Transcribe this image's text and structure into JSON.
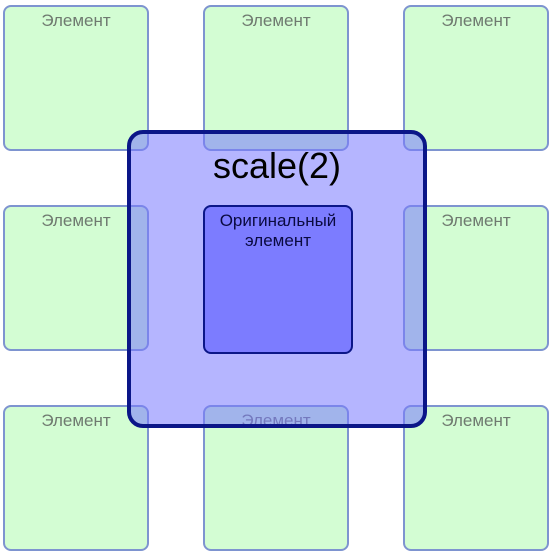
{
  "grid": {
    "cell_label": "Элемент"
  },
  "scaled": {
    "label": "scale(2)"
  },
  "original": {
    "label_line1": "Оригинальный",
    "label_line2": "элемент"
  },
  "colors": {
    "cell_fill": "#d3fdd3",
    "cell_border": "#7e94d0",
    "scaled_fill": "rgba(120,120,255,0.55)",
    "scaled_border": "#0b1688",
    "original_fill": "#7c7cff"
  }
}
